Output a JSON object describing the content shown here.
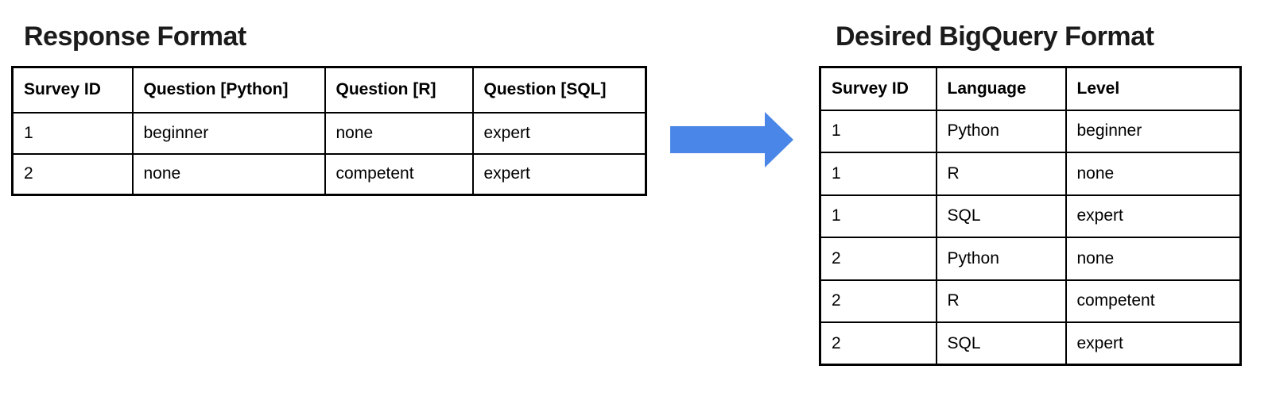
{
  "left": {
    "title": "Response Format",
    "table": {
      "headers": [
        "Survey ID",
        "Question [Python]",
        "Question [R]",
        "Question [SQL]"
      ],
      "rows": [
        [
          "1",
          "beginner",
          "none",
          "expert"
        ],
        [
          "2",
          "none",
          "competent",
          "expert"
        ]
      ]
    }
  },
  "arrow": {
    "direction": "right",
    "color": "#4a86e8"
  },
  "right": {
    "title": "Desired BigQuery Format",
    "table": {
      "headers": [
        "Survey ID",
        "Language",
        "Level"
      ],
      "rows": [
        [
          "1",
          "Python",
          "beginner"
        ],
        [
          "1",
          "R",
          "none"
        ],
        [
          "1",
          "SQL",
          "expert"
        ],
        [
          "2",
          "Python",
          "none"
        ],
        [
          "2",
          "R",
          "competent"
        ],
        [
          "2",
          "SQL",
          "expert"
        ]
      ]
    }
  },
  "colors": {
    "border": "#000000",
    "text": "#000000",
    "title_text": "#1b1b1b",
    "background": "#ffffff"
  }
}
